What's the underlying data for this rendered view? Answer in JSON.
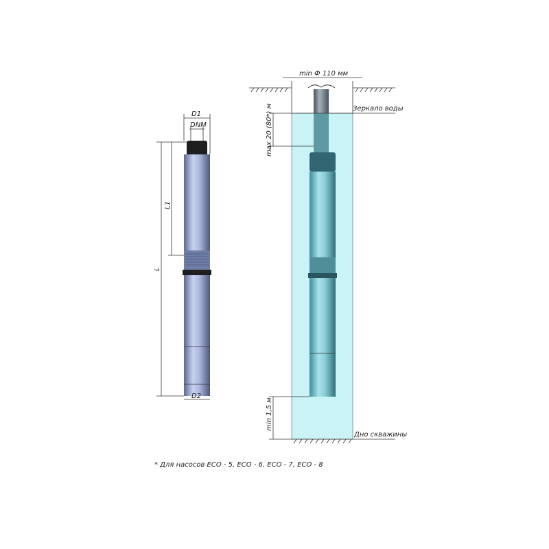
{
  "colors": {
    "water": "#c9f3f6",
    "pump_body": "#aab8e0",
    "pump_dark": "#222222",
    "pump_water": "#8fcfd8",
    "pipe": "#7d8a96"
  },
  "left_pump": {
    "d1": "D1",
    "dnm": "DNM",
    "d2": "D2",
    "l": "L",
    "l1": "L1"
  },
  "well": {
    "diameter": "min Ф 110 мм",
    "max_depth": "max 20 (80*) м",
    "water_level": "Зеркало воды",
    "min_bottom": "min 1,5 м",
    "bottom": "Дно скважины"
  },
  "footnote": "* Для насосов ECO - 5, ECO - 6, ECO - 7, ECO - 8"
}
